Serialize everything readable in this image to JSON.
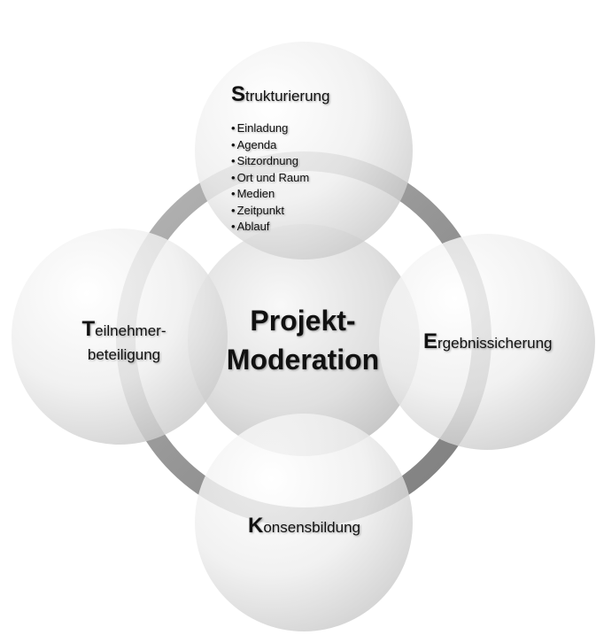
{
  "center": {
    "line1": "Projekt-",
    "line2": "Moderation"
  },
  "top": {
    "initial": "S",
    "rest": "trukturierung",
    "items": [
      "Einladung",
      "Agenda",
      "Sitzordnung",
      "Ort und Raum",
      "Medien",
      "Zeitpunkt",
      "Ablauf"
    ]
  },
  "right": {
    "initial": "E",
    "rest": "rgebnissicherung"
  },
  "bottom": {
    "initial": "K",
    "rest": "onsensbildung"
  },
  "left": {
    "initial": "T",
    "rest1": "eilnehmer-",
    "line2": "beteiligung"
  },
  "colors": {
    "ring": "#8e8e8e",
    "circle_light": "#ffffff",
    "circle_dark": "#c9c9c9",
    "text": "#111111"
  }
}
